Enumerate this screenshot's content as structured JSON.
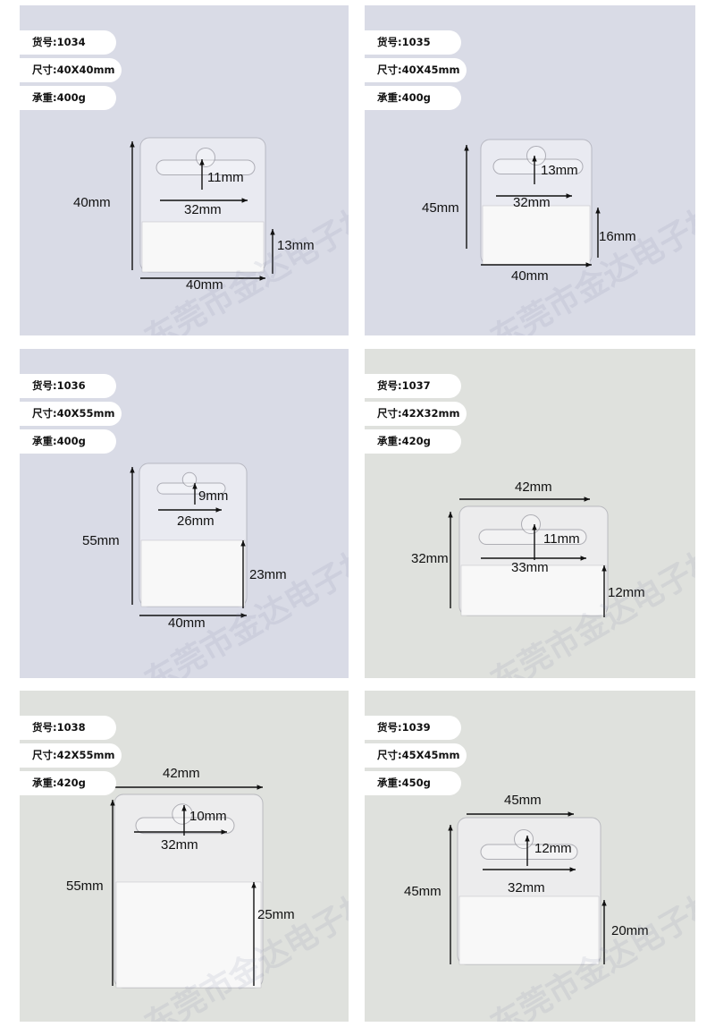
{
  "watermark": "东莞市金达电子材料厂",
  "colors": {
    "bg_blue": "#d9dbe6",
    "bg_grey": "#dfe1dd",
    "pill": "#ffffff",
    "label_white": "#f8f8f8"
  },
  "products": [
    {
      "item_no": "货号:1034",
      "size": "尺寸:40X40mm",
      "load": "承重:400g",
      "dims": {
        "height": "40mm",
        "hole_h": "11mm",
        "hole_w": "32mm",
        "label_h": "13mm",
        "width": "40mm"
      }
    },
    {
      "item_no": "货号:1035",
      "size": "尺寸:40X45mm",
      "load": "承重:400g",
      "dims": {
        "height": "45mm",
        "hole_h": "13mm",
        "hole_w": "32mm",
        "label_h": "16mm",
        "width": "40mm"
      }
    },
    {
      "item_no": "货号:1036",
      "size": "尺寸:40X55mm",
      "load": "承重:400g",
      "dims": {
        "height": "55mm",
        "hole_h": "9mm",
        "hole_w": "26mm",
        "label_h": "23mm",
        "width": "40mm"
      }
    },
    {
      "item_no": "货号:1037",
      "size": "尺寸:42X32mm",
      "load": "承重:420g",
      "dims": {
        "height": "32mm",
        "hole_h": "11mm",
        "hole_w": "33mm",
        "label_h": "12mm",
        "width": "42mm"
      }
    },
    {
      "item_no": "货号:1038",
      "size": "尺寸:42X55mm",
      "load": "承重:420g",
      "dims": {
        "height": "55mm",
        "hole_h": "10mm",
        "hole_w": "32mm",
        "label_h": "25mm",
        "width": "42mm"
      }
    },
    {
      "item_no": "货号:1039",
      "size": "尺寸:45X45mm",
      "load": "承重:450g",
      "dims": {
        "height": "45mm",
        "hole_h": "12mm",
        "hole_w": "32mm",
        "label_h": "20mm",
        "width": "45mm"
      }
    }
  ]
}
